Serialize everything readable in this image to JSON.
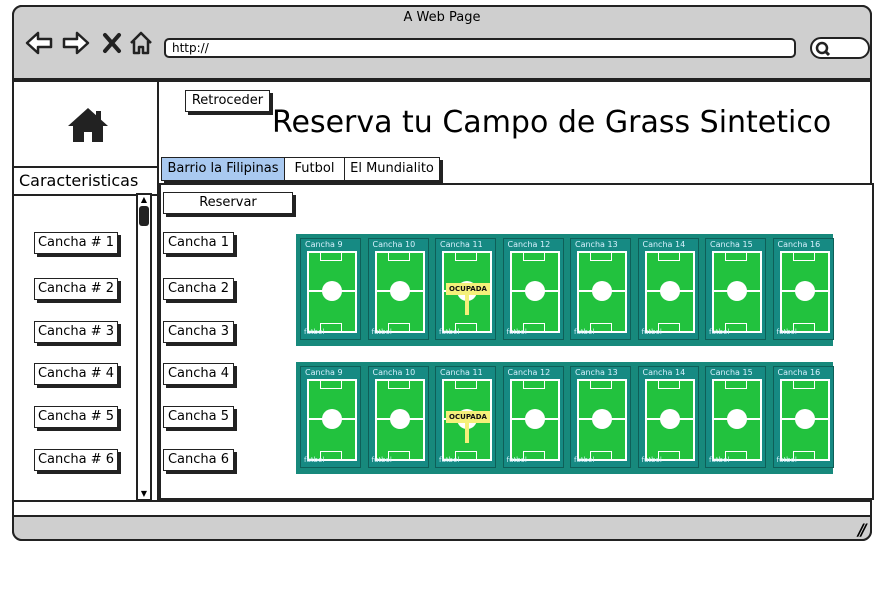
{
  "browser": {
    "title": "A Web Page",
    "url": "http://"
  },
  "sidebar": {
    "heading": "Caracteristicas",
    "items": [
      {
        "label": "Cancha # 1"
      },
      {
        "label": "Cancha # 2"
      },
      {
        "label": "Cancha # 3"
      },
      {
        "label": "Cancha # 4"
      },
      {
        "label": "Cancha # 5"
      },
      {
        "label": "Cancha # 6"
      }
    ]
  },
  "header": {
    "back_label": "Retroceder",
    "title": "Reserva tu Campo de Grass Sintetico"
  },
  "tabs": [
    {
      "label": "Barrio la Filipinas",
      "active": true
    },
    {
      "label": "Futbol",
      "active": false
    },
    {
      "label": "El Mundialito",
      "active": false
    }
  ],
  "main": {
    "reserve_label": "Reservar",
    "courts": [
      {
        "label": "Cancha 1"
      },
      {
        "label": "Cancha 2"
      },
      {
        "label": "Cancha 3"
      },
      {
        "label": "Cancha 4"
      },
      {
        "label": "Cancha 5"
      },
      {
        "label": "Cancha 6"
      }
    ]
  },
  "pitch_images": {
    "row1": {
      "pitches": [
        {
          "name": "Cancha 9",
          "foot": "futbol"
        },
        {
          "name": "Cancha 10",
          "foot": "futbol"
        },
        {
          "name": "Cancha 11",
          "foot": "futbol",
          "status": "OCUPADA"
        },
        {
          "name": "Cancha 12",
          "foot": "futbol"
        },
        {
          "name": "Cancha 13",
          "foot": "futbol"
        },
        {
          "name": "Cancha 14",
          "foot": "futbol"
        },
        {
          "name": "Cancha 15",
          "foot": "futbol"
        },
        {
          "name": "Cancha 16",
          "foot": "futbol"
        }
      ]
    },
    "row2": {
      "pitches": [
        {
          "name": "Cancha 9",
          "foot": "futbol"
        },
        {
          "name": "Cancha 10",
          "foot": "futbol"
        },
        {
          "name": "Cancha 11",
          "foot": "futbol",
          "status": "OCUPADA"
        },
        {
          "name": "Cancha 12",
          "foot": "futbol"
        },
        {
          "name": "Cancha 13",
          "foot": "futbol"
        },
        {
          "name": "Cancha 14",
          "foot": "futbol"
        },
        {
          "name": "Cancha 15",
          "foot": "futbol"
        },
        {
          "name": "Cancha 16",
          "foot": "futbol"
        }
      ]
    }
  },
  "colors": {
    "chrome": "#cfcfcf",
    "active_tab": "#a9c9f0",
    "pitch_green": "#22c23e",
    "pitch_frame": "#17897c",
    "occupied": "#f5f07a"
  },
  "icons": [
    "back-arrow-icon",
    "forward-arrow-icon",
    "close-icon",
    "home-icon",
    "search-icon",
    "scroll-up-icon",
    "scroll-down-icon",
    "resize-grip-icon"
  ]
}
